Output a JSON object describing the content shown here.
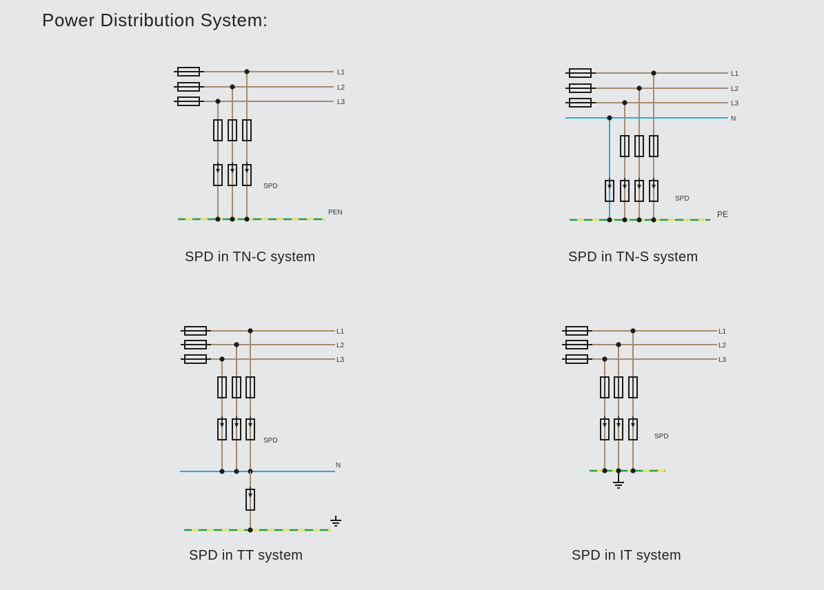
{
  "page": {
    "title": "Power Distribution System:",
    "background_color": "#e6e7e9"
  },
  "colors": {
    "phase_line": "#a58a6e",
    "neutral_line": "#29a8e0",
    "earth_green": "#1f9e4a",
    "earth_yellow": "#f2e84a",
    "component_outline": "#1a1a1a",
    "junction_dot": "#1a1a1a"
  },
  "diagrams": [
    {
      "id": "tn-c",
      "caption": "SPD in TN-C system",
      "phase_labels": [
        "L1",
        "L2",
        "L3"
      ],
      "spd_label": "SPD",
      "earth_label": "PEN",
      "has_neutral": false,
      "neutral_label": "",
      "spd_count": 3
    },
    {
      "id": "tn-s",
      "caption": "SPD in TN-S system",
      "phase_labels": [
        "L1",
        "L2",
        "L3"
      ],
      "spd_label": "SPD",
      "earth_label": "PE",
      "has_neutral": true,
      "neutral_label": "N",
      "spd_count": 4
    },
    {
      "id": "tt",
      "caption": "SPD in TT system",
      "phase_labels": [
        "L1",
        "L2",
        "L3"
      ],
      "spd_label": "SPD",
      "earth_label": "",
      "has_neutral": true,
      "neutral_label": "N",
      "spd_count": 4,
      "earth_symbol": "ground-icon"
    },
    {
      "id": "it",
      "caption": "SPD in IT system",
      "phase_labels": [
        "L1",
        "L2",
        "L3"
      ],
      "spd_label": "SPD",
      "earth_label": "",
      "has_neutral": false,
      "neutral_label": "",
      "spd_count": 3,
      "earth_symbol": "ground-icon"
    }
  ]
}
